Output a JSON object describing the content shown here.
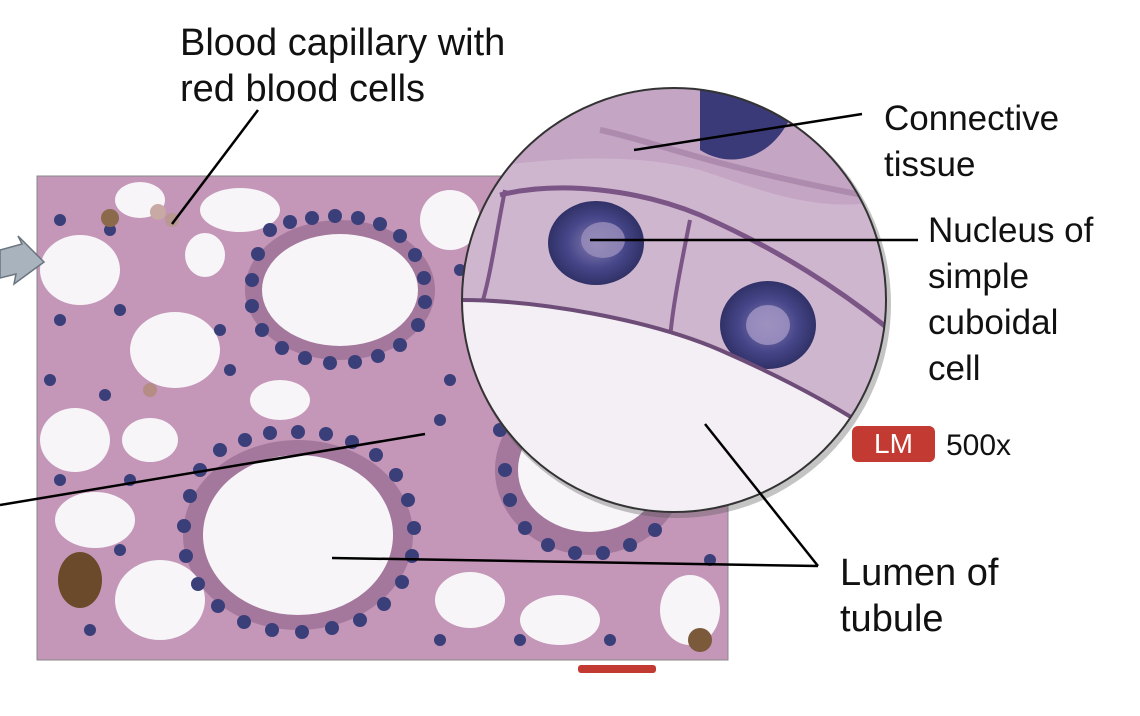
{
  "labels": {
    "capillary": [
      "Blood capillary with",
      "red blood cells"
    ],
    "connective": [
      "Connective",
      "tissue"
    ],
    "nucleus": [
      "Nucleus of",
      "simple",
      "cuboidal",
      "cell"
    ],
    "lumen": [
      "Lumen of",
      "tubule"
    ]
  },
  "badge": {
    "lm": "LM",
    "magnification": "500x"
  },
  "colors": {
    "stain_background": "#cfa8c6",
    "nucleus": "#3a3f7a",
    "lumen": "#f7f5f8",
    "badge": "#c23a32"
  }
}
